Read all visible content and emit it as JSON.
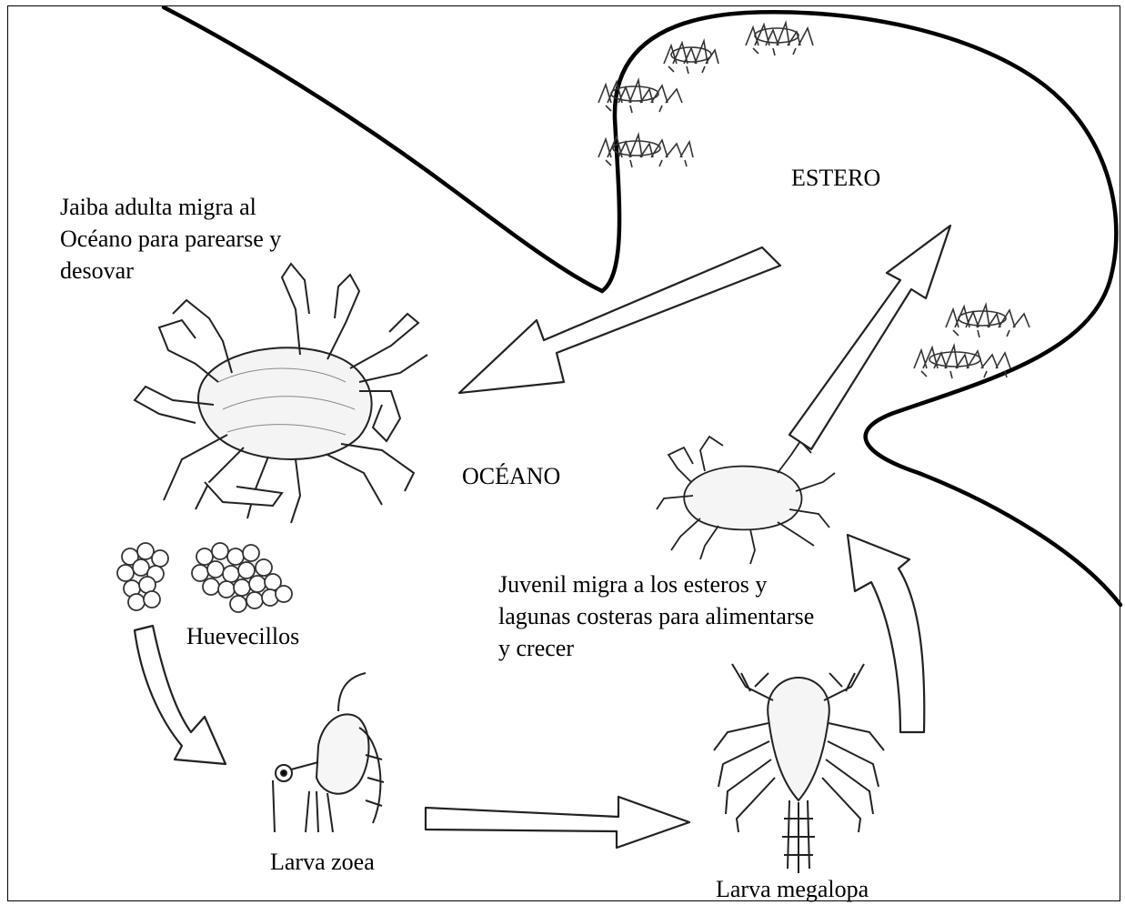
{
  "labels": {
    "estuary": "ESTERO",
    "ocean": "OCÉANO",
    "adult_note": "Jaiba adulta migra al\nOcéano para parearse y\ndesovar",
    "eggs": "Huevecillos",
    "zoea": "Larva zoea",
    "megalopa": "Larva megalopa",
    "juvenile_note": "Juvenil migra a los esteros y\nlagunas costeras para alimentarse\ny crecer"
  },
  "colors": {
    "ink": "#000000",
    "paper": "#ffffff",
    "line": "#222222"
  }
}
